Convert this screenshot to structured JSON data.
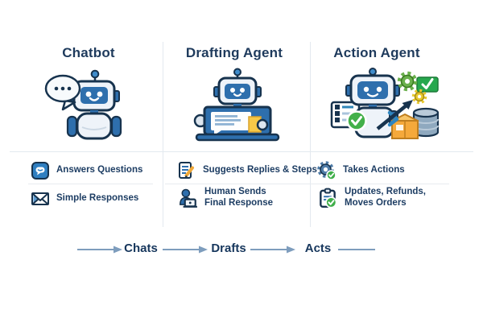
{
  "columns": [
    {
      "title": "Chatbot",
      "illustration": "robot-with-speech-bubble",
      "features": [
        {
          "icon": "chat-bubble-icon",
          "lines": [
            "Answers Questions"
          ]
        },
        {
          "icon": "envelope-icon",
          "lines": [
            "Simple Responses"
          ]
        }
      ]
    },
    {
      "title": "Drafting Agent",
      "illustration": "robot-typing-on-laptop",
      "features": [
        {
          "icon": "document-pencil-icon",
          "lines": [
            "Suggests Replies & Steps"
          ]
        },
        {
          "icon": "person-laptop-icon",
          "lines": [
            "Human Sends",
            "Final Response"
          ]
        }
      ]
    },
    {
      "title": "Action Agent",
      "illustration": "robot-with-checklist-gears-package-database",
      "features": [
        {
          "icon": "gear-check-icon",
          "lines": [
            "Takes Actions"
          ]
        },
        {
          "icon": "clipboard-check-icon",
          "lines": [
            "Updates, Refunds,",
            "Moves Orders"
          ]
        }
      ]
    }
  ],
  "flow": {
    "steps": [
      "Chats",
      "Drafts",
      "Acts"
    ]
  },
  "colors": {
    "title_text": "#1e3a5c",
    "feature_text": "#1d3d63",
    "flow_text": "#16365c",
    "flow_arrow": "#7e9dbd",
    "divider": "#e3e9ef",
    "outline_navy": "#17334e",
    "robot_blue": "#2e6fad",
    "robot_light": "#eef3f9",
    "icon_blue": "#2f7fc1",
    "green_check": "#3fae49",
    "gear_green": "#6ab04c",
    "gear_yellow": "#e8c92e",
    "pencil_orange": "#f0a838",
    "box_orange": "#f5a93b",
    "database_gray_blue": "#8fa9bf"
  }
}
